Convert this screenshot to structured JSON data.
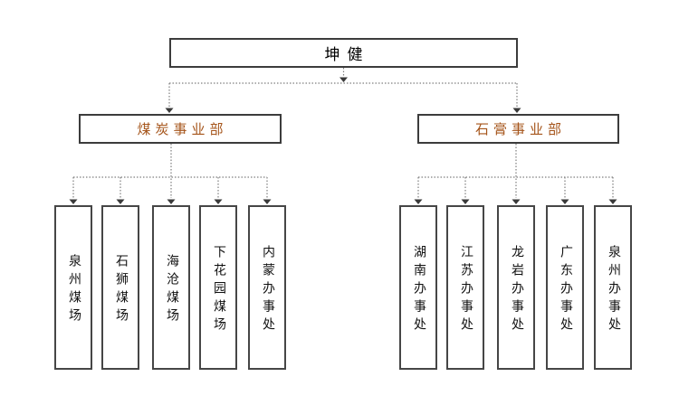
{
  "root": {
    "label": "坤健"
  },
  "divisions": [
    {
      "label": "煤炭事业部",
      "children": [
        {
          "label": "泉州煤场"
        },
        {
          "label": "石狮煤场"
        },
        {
          "label": "海沧煤场"
        },
        {
          "label": "下花园煤场"
        },
        {
          "label": "内蒙办事处"
        }
      ]
    },
    {
      "label": "石膏事业部",
      "children": [
        {
          "label": "湖南办事处"
        },
        {
          "label": "江苏办事处"
        },
        {
          "label": "龙岩办事处"
        },
        {
          "label": "广东办事处"
        },
        {
          "label": "泉州办事处"
        }
      ]
    }
  ],
  "colors": {
    "division_text": "#a5541a",
    "node_text": "#000000",
    "box_border": "#3c3c3c",
    "connector": "#7f7f7f",
    "arrowhead": "#3a3a3a",
    "background": "#ffffff"
  }
}
